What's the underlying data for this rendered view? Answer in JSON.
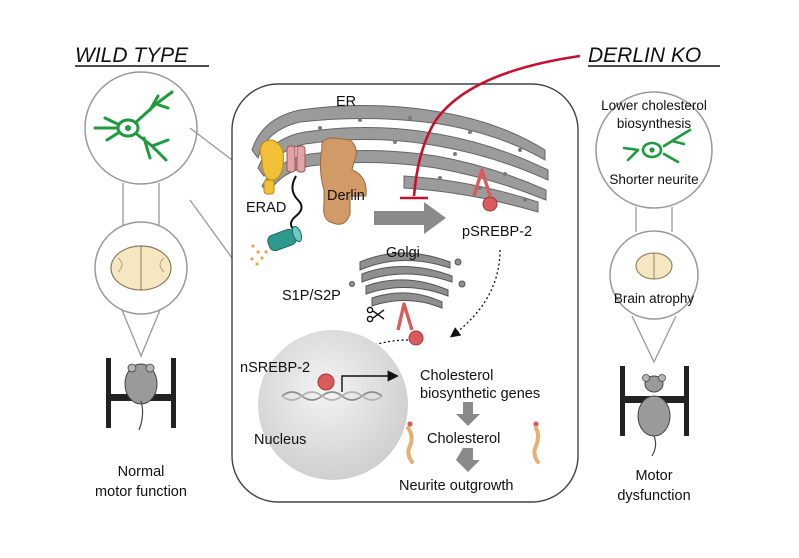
{
  "headers": {
    "left": "WILD TYPE",
    "right": "DERLIN KO"
  },
  "left_panel": {
    "caption_line1": "Normal",
    "caption_line2": "motor function"
  },
  "right_panel": {
    "line1": "Lower cholesterol",
    "line2": "biosynthesis",
    "neurite": "Shorter neurite",
    "brain": "Brain atrophy",
    "caption_line1": "Motor",
    "caption_line2": "dysfunction"
  },
  "cell": {
    "er": "ER",
    "erad": "ERAD",
    "derlin": "Derlin",
    "psrebp": "pSREBP-2",
    "golgi": "Golgi",
    "s1p": "S1P/S2P",
    "nsrebp": "nSREBP-2",
    "nucleus": "Nucleus",
    "genes_line1": "Cholesterol",
    "genes_line2": "biosynthetic genes",
    "cholesterol": "Cholesterol",
    "neurite_outgrowth": "Neurite outgrowth"
  },
  "colors": {
    "inhibition": "#c8102e",
    "neuron": "#1f9a3e",
    "srebp": "#d95b5b",
    "derlin": "#d29a66",
    "erad_yellow": "#f2c037",
    "proteasome": "#2e9a8e"
  }
}
